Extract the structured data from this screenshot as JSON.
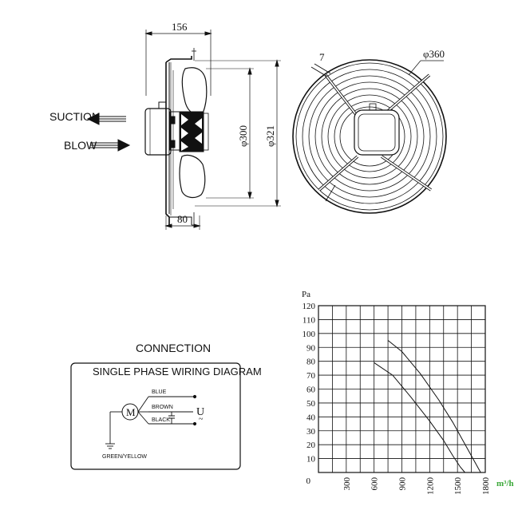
{
  "side_view": {
    "dim_depth": "156",
    "dim_blade": "φ300",
    "dim_ring": "φ321",
    "dim_base": "80",
    "label_suction": "SUCTION",
    "label_blow": "BLOW"
  },
  "front_view": {
    "dim_outer": "φ360",
    "dim_hole": "7"
  },
  "connection": {
    "title": "CONNECTION",
    "box_title": "SINGLE PHASE WIRING DIAGRAM",
    "motor_letter": "M",
    "wire_blue": "BLUE",
    "wire_brown": "BROWN",
    "wire_black": "BLACK",
    "wire_ground": "GREEN/YELLOW",
    "supply_symbol": "U",
    "supply_tilde": "~"
  },
  "chart_data": {
    "type": "line",
    "ylabel": "Pa",
    "xlabel": "m³/h",
    "ylim": [
      0,
      120
    ],
    "xlim": [
      0,
      1800
    ],
    "y_ticks": [
      120,
      110,
      100,
      90,
      80,
      70,
      60,
      50,
      40,
      30,
      20,
      10,
      0
    ],
    "x_ticks": [
      300,
      600,
      900,
      1200,
      1500,
      1800
    ],
    "grid": true,
    "series": [
      {
        "x": [
          750,
          900,
          1100,
          1300,
          1450,
          1550,
          1650,
          1750
        ],
        "y": [
          95,
          87,
          71,
          52,
          36,
          24,
          12,
          0
        ]
      },
      {
        "x": [
          600,
          800,
          1000,
          1200,
          1350,
          1450,
          1530,
          1580
        ],
        "y": [
          79,
          70,
          54,
          37,
          23,
          12,
          4,
          0
        ]
      }
    ]
  }
}
